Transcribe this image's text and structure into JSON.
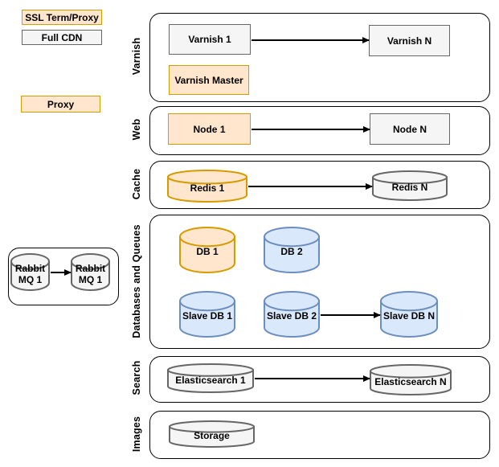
{
  "palette": {
    "orange_fill": "#FFE6CC",
    "orange_stroke": "#D79B00",
    "blue_fill": "#DAE8FC",
    "blue_stroke": "#6C8EBF",
    "gray_fill": "#F5F5F5",
    "gray_stroke": "#666666",
    "line": "#000000"
  },
  "legend": {
    "ssl": "SSL Term/Proxy",
    "cdn": "Full CDN",
    "proxy": "Proxy"
  },
  "sections": {
    "varnish": {
      "label": "Varnish",
      "varnish1": "Varnish 1",
      "varnishN": "Varnish N",
      "varnishMaster": "Varnish Master"
    },
    "web": {
      "label": "Web",
      "node1": "Node 1",
      "nodeN": "Node N"
    },
    "cache": {
      "label": "Cache",
      "redis1": "Redis 1",
      "redisN": "Redis N"
    },
    "db": {
      "label": "Databases and Queues",
      "db1": "DB 1",
      "db2": "DB 2",
      "slave1": "Slave DB 1",
      "slave2": "Slave DB 2",
      "slaveN": "Slave DB N"
    },
    "search": {
      "label": "Search",
      "es1": "Elasticsearch 1",
      "esN": "Elasticsearch N"
    },
    "images": {
      "label": "Images",
      "storage": "Storage"
    }
  },
  "queue": {
    "rabbit1": "Rabbit MQ 1",
    "rabbit2": "Rabbit MQ 1"
  }
}
